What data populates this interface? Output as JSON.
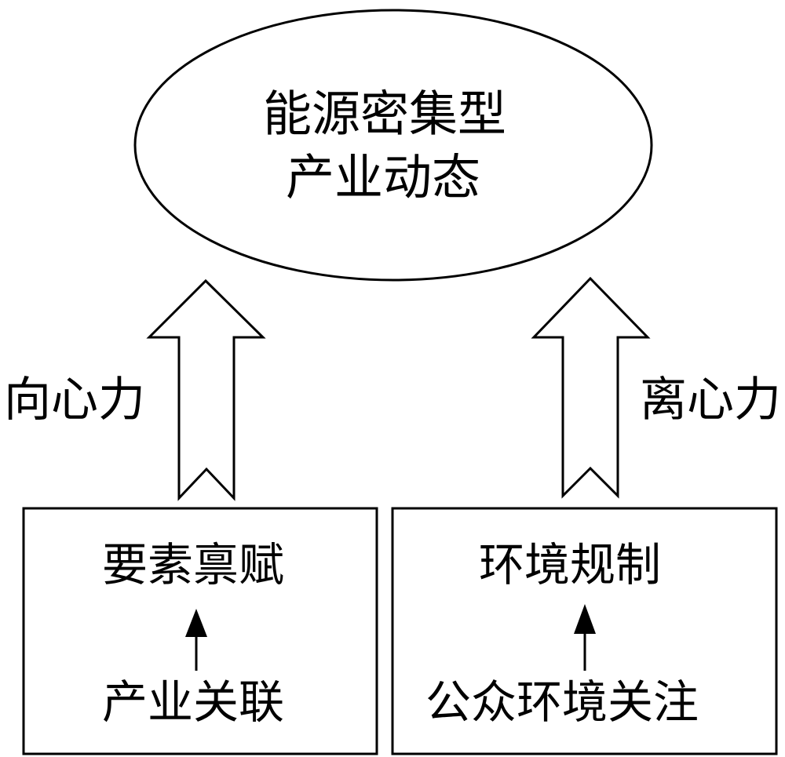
{
  "ellipse": {
    "line1": "能源密集型",
    "line2": "产业动态"
  },
  "left": {
    "force": "向心力",
    "top": "要素禀赋",
    "bottom": "产业关联"
  },
  "right": {
    "force": "离心力",
    "top": "环境规制",
    "bottom": "公众环境关注"
  },
  "colors": {
    "stroke": "#000000",
    "background": "#ffffff"
  }
}
